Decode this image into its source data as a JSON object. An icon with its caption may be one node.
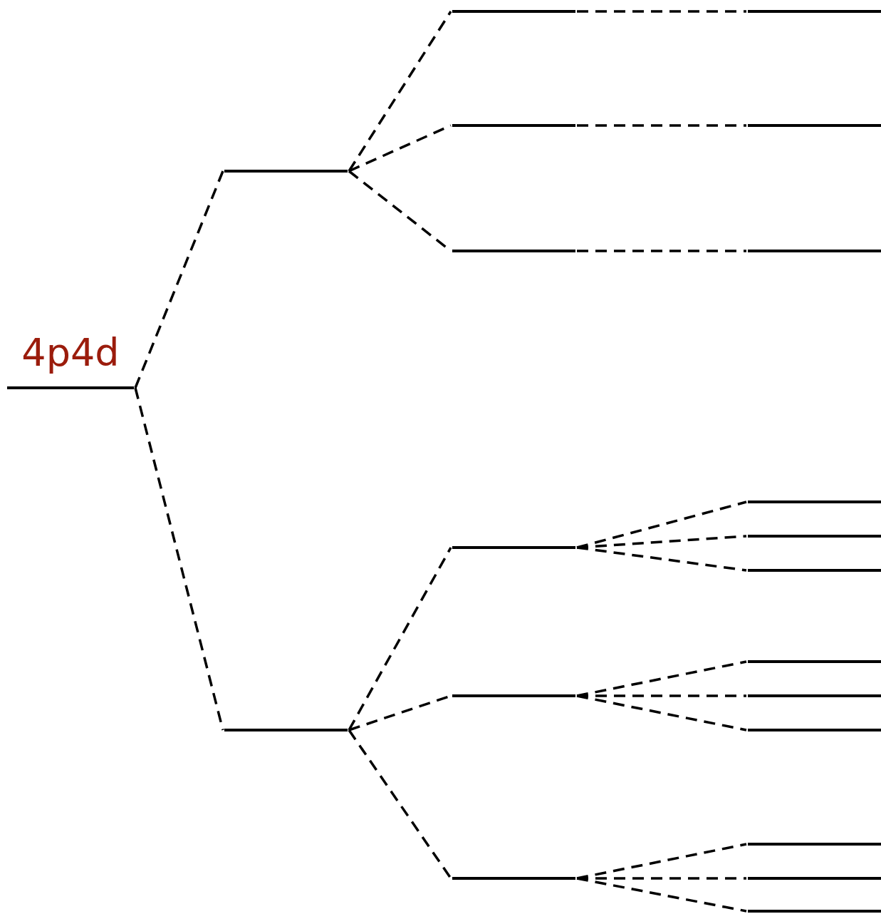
{
  "diagram": {
    "nodes": [
      {
        "text": [
          "4p4d"
        ]
      },
      {
        "text": [],
        "shape": "bar"
      },
      {
        "text": [],
        "shape": "bar"
      },
      {
        "text": [],
        "shape": "bar"
      },
      {
        "text": [],
        "shape": "bar"
      },
      {
        "text": [],
        "shape": "bar"
      },
      {
        "text": [],
        "shape": "bar"
      },
      {
        "text": [],
        "shape": "bar"
      },
      {
        "text": [],
        "shape": "bar"
      },
      {
        "text": [],
        "shape": "bar"
      },
      {
        "text": [],
        "shape": "bar"
      },
      {
        "text": [],
        "shape": "bar"
      },
      {
        "text": [],
        "shape": "bar"
      },
      {
        "text": [],
        "shape": "bar"
      },
      {
        "text": [],
        "shape": "bar"
      },
      {
        "text": [],
        "shape": "bar"
      },
      {
        "text": [],
        "shape": "bar"
      },
      {
        "text": [],
        "shape": "bar"
      },
      {
        "text": [],
        "shape": "bar"
      },
      {
        "text": [],
        "shape": "bar"
      },
      {
        "text": [],
        "shape": "bar"
      }
    ],
    "edges": [
      {
        "from": 0,
        "to": 1,
        "arrow": "none",
        "style": "dashed"
      },
      {
        "from": 0,
        "to": 2,
        "arrow": "none",
        "style": "dashed"
      },
      {
        "from": 1,
        "to": 3,
        "arrow": "none",
        "style": "dashed"
      },
      {
        "from": 1,
        "to": 4,
        "arrow": "none",
        "style": "dashed"
      },
      {
        "from": 1,
        "to": 5,
        "arrow": "none",
        "style": "dashed"
      },
      {
        "from": 2,
        "to": 6,
        "arrow": "none",
        "style": "dashed"
      },
      {
        "from": 2,
        "to": 7,
        "arrow": "none",
        "style": "dashed"
      },
      {
        "from": 2,
        "to": 8,
        "arrow": "none",
        "style": "dashed"
      },
      {
        "from": 3,
        "to": 9,
        "arrow": "none",
        "style": "dashed"
      },
      {
        "from": 4,
        "to": 10,
        "arrow": "none",
        "style": "dashed"
      },
      {
        "from": 5,
        "to": 11,
        "arrow": "none",
        "style": "dashed"
      },
      {
        "from": 6,
        "to": 12,
        "arrow": "none",
        "style": "dashed"
      },
      {
        "from": 6,
        "to": 13,
        "arrow": "none",
        "style": "dashed"
      },
      {
        "from": 6,
        "to": 14,
        "arrow": "none",
        "style": "dashed"
      },
      {
        "from": 7,
        "to": 15,
        "arrow": "none",
        "style": "dashed"
      },
      {
        "from": 7,
        "to": 16,
        "arrow": "none",
        "style": "dashed"
      },
      {
        "from": 7,
        "to": 17,
        "arrow": "none",
        "style": "dashed"
      },
      {
        "from": 8,
        "to": 18,
        "arrow": "none",
        "style": "dashed"
      },
      {
        "from": 8,
        "to": 19,
        "arrow": "none",
        "style": "dashed"
      },
      {
        "from": 8,
        "to": 20,
        "arrow": "none",
        "style": "dashed"
      }
    ]
  }
}
